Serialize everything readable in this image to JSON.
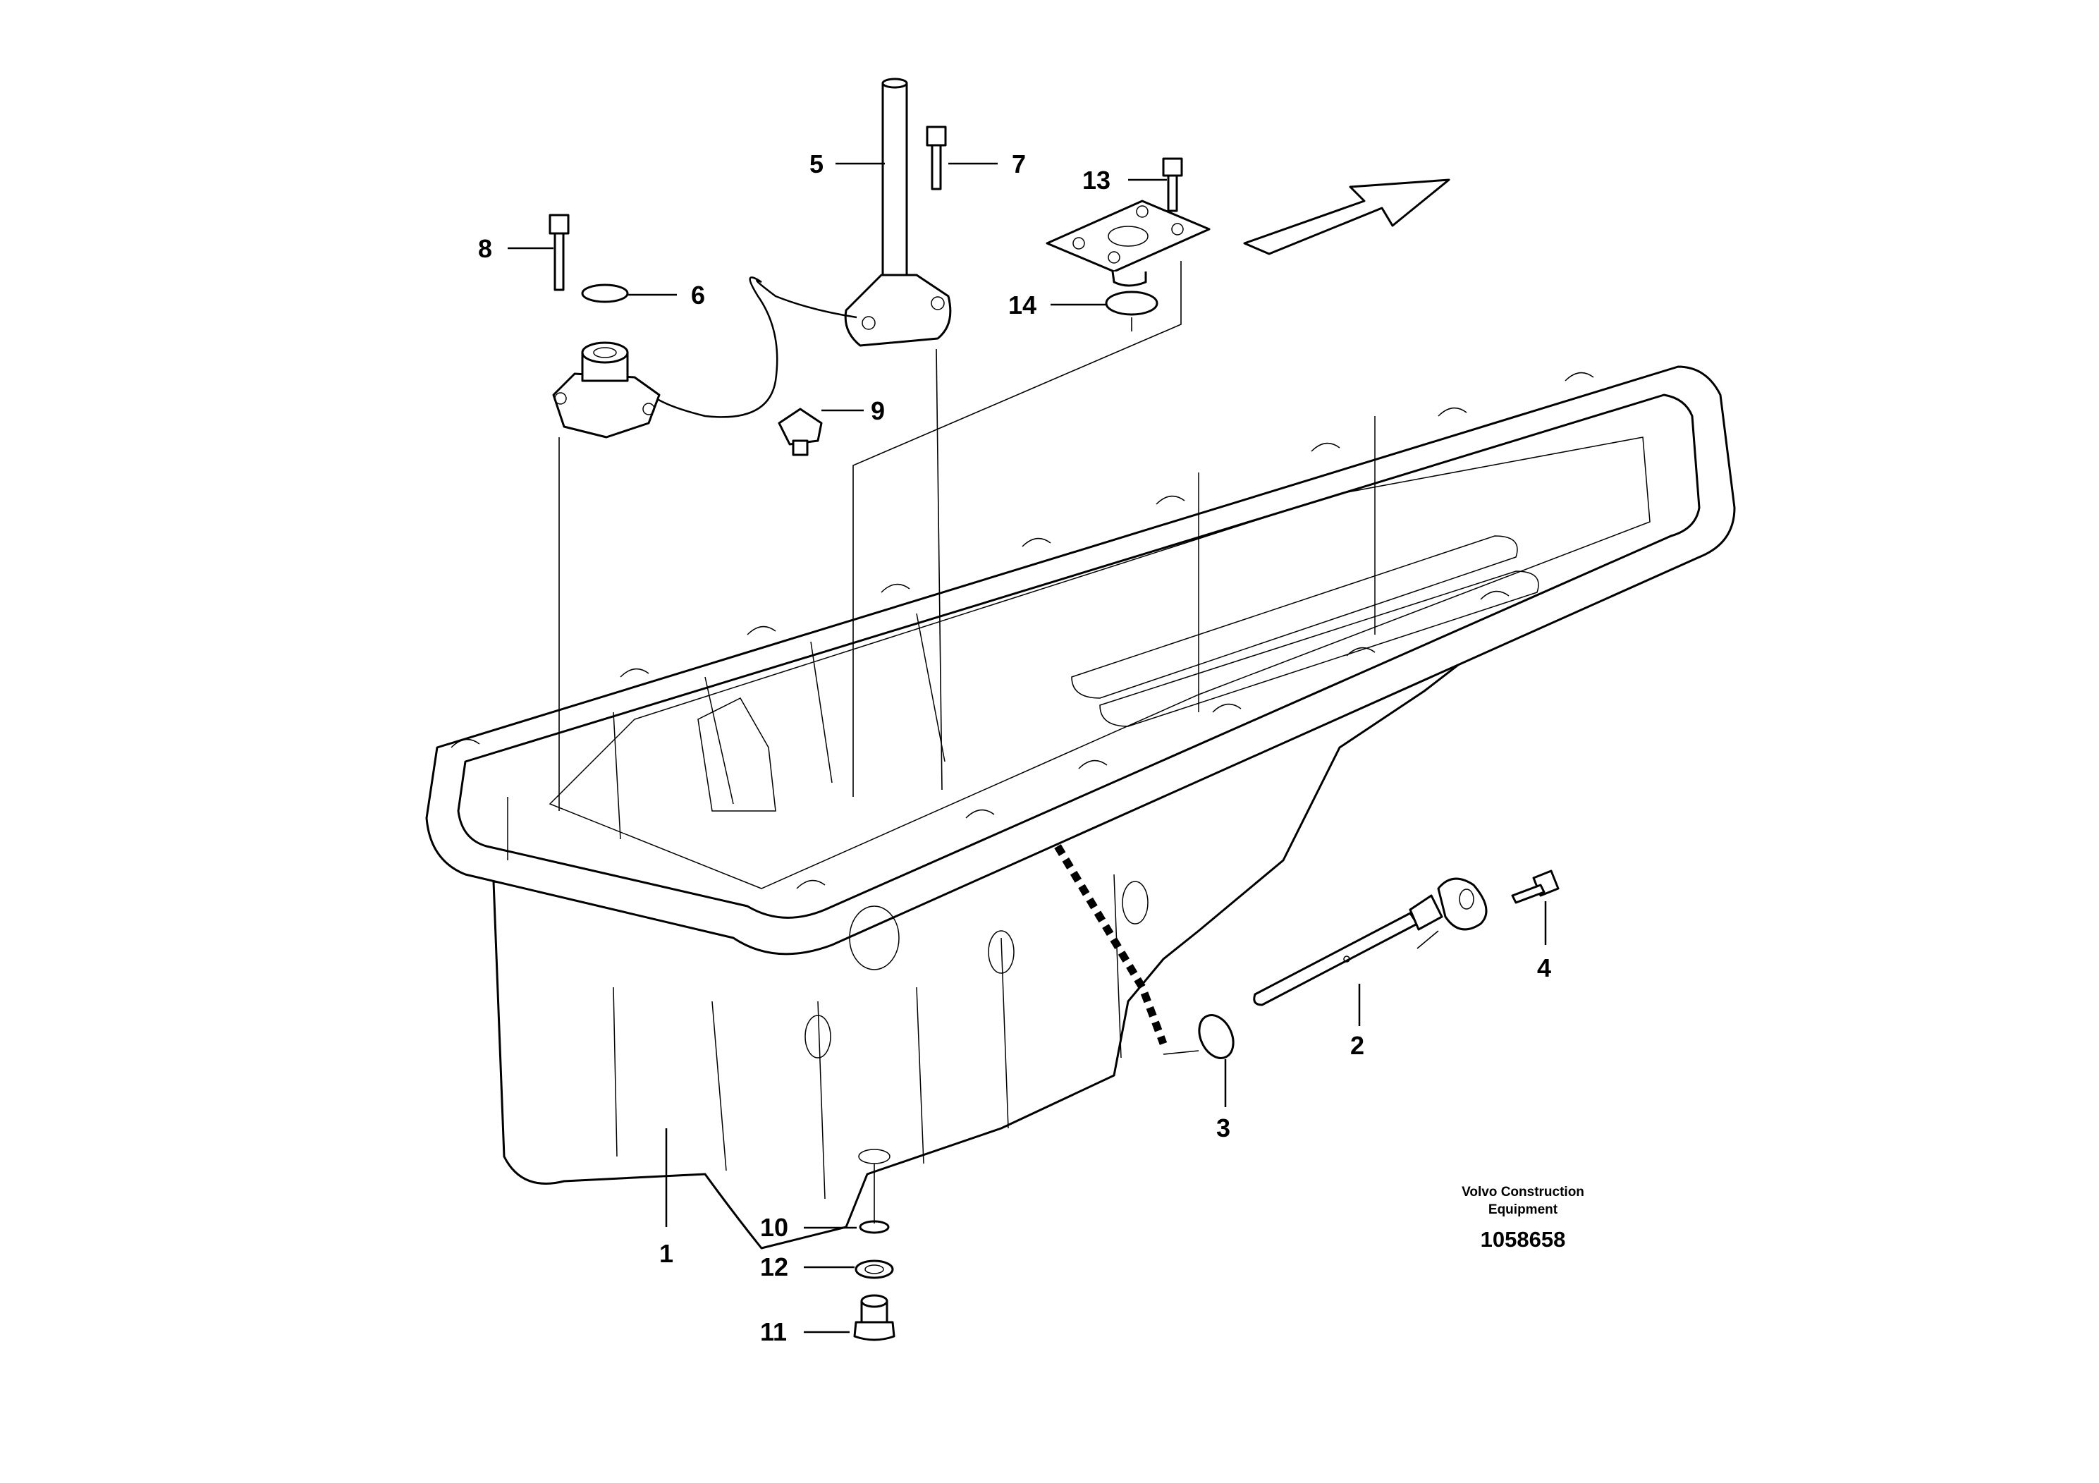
{
  "callouts": {
    "c1": "1",
    "c2": "2",
    "c3": "3",
    "c4": "4",
    "c5": "5",
    "c6": "6",
    "c7": "7",
    "c8": "8",
    "c9": "9",
    "c10": "10",
    "c11": "11",
    "c12": "12",
    "c13": "13",
    "c14": "14"
  },
  "credit": {
    "maker_line1": "Volvo Construction",
    "maker_line2": "Equipment",
    "drawing_number": "1058658"
  }
}
